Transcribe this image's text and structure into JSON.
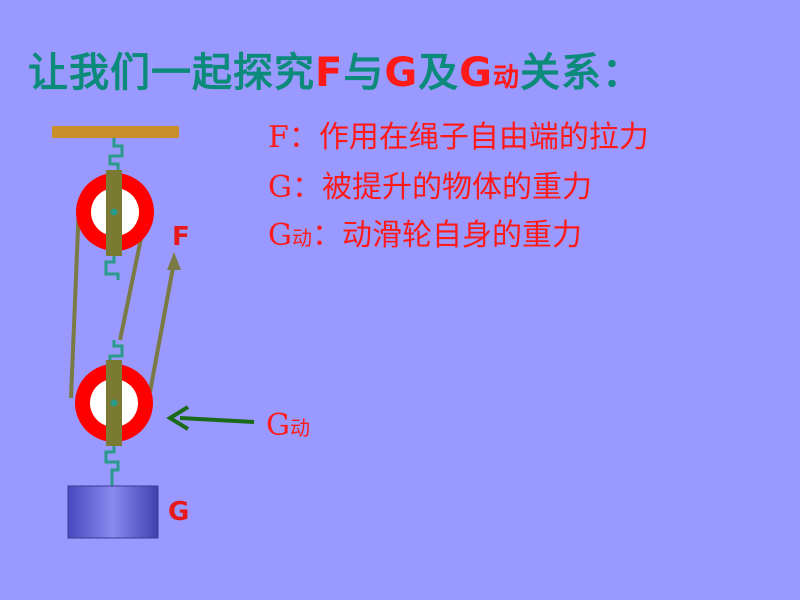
{
  "title": {
    "part1": "让我们一起探究",
    "f": "F",
    "mid": "与",
    "g": "G",
    "and": "及",
    "gd_g": "G",
    "gd_sub": "动",
    "end": "关系："
  },
  "definitions": [
    {
      "symbol": "F",
      "sub": "",
      "text": "：作用在绳子自由端的拉力"
    },
    {
      "symbol": "G",
      "sub": "",
      "text": "：被提升的物体的重力"
    },
    {
      "symbol": "G",
      "sub": "动",
      "text": "：动滑轮自身的重力"
    }
  ],
  "diagram": {
    "label_f": "F",
    "label_g": "G",
    "label_gd_g": "G",
    "label_gd_sub": "动",
    "colors": {
      "ceiling": "#c8902a",
      "wheel": "#ff0000",
      "wheel_center": "#ffffff",
      "axle_bar": "#7a7a33",
      "rope": "#7a7a44",
      "hook": "#2a9a8a",
      "weight": "#5c5cd6",
      "arrow_pull": "#7a7a44",
      "arrow_gd": "#1a6a1a"
    }
  }
}
